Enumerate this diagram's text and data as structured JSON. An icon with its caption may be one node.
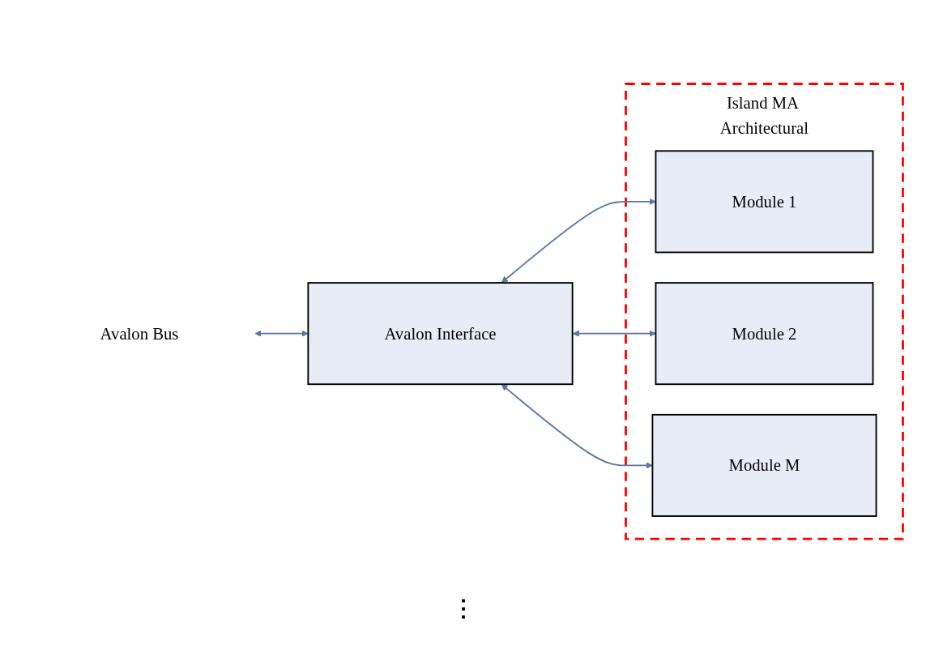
{
  "diagram": {
    "nodes": [
      {
        "text": [
          "Avalon Bus"
        ]
      },
      {
        "text": [
          "Avalon Interface"
        ]
      },
      {
        "text": [
          "Island MA Architectural"
        ]
      },
      {
        "text": [
          "Module 1"
        ],
        "in": 2
      },
      {
        "text": [
          "Module 2"
        ],
        "in": 2
      },
      {
        "text": [
          "Module M"
        ],
        "in": 2
      }
    ],
    "edges": [
      {
        "from": 0,
        "to": 1,
        "arrow": "both"
      },
      {
        "from": 1,
        "to": 3,
        "arrow": "both"
      },
      {
        "from": 1,
        "to": 4,
        "arrow": "both"
      },
      {
        "from": 1,
        "to": 5,
        "arrow": "both"
      }
    ],
    "labels": [
      "⋮"
    ]
  }
}
